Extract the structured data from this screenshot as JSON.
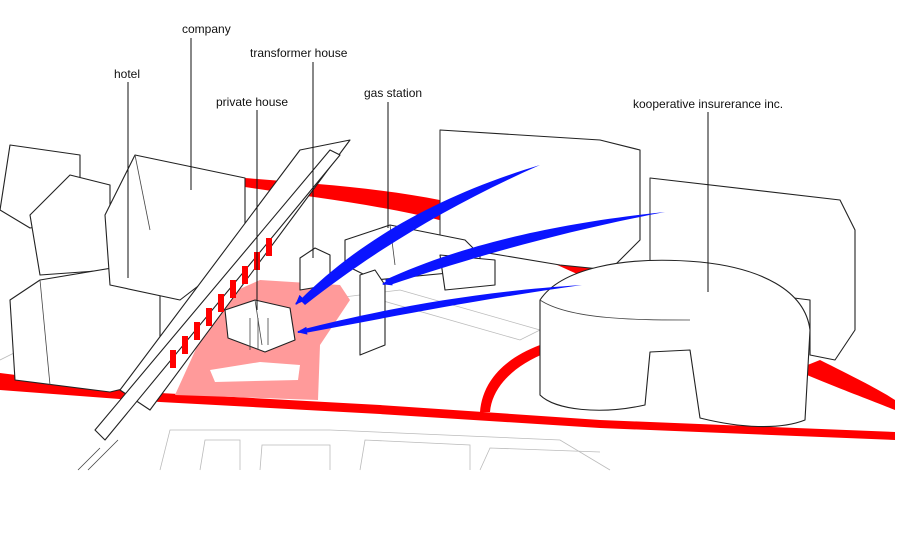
{
  "labels": {
    "company": "company",
    "hotel": "hotel",
    "transformer_house": "transformer house",
    "private_house": "private house",
    "gas_station": "gas station",
    "kooperative": "kooperative insurerance inc."
  },
  "colors": {
    "road": "#ff0000",
    "plot": "#ff9a9a",
    "arrow": "#0a14ff",
    "outline": "#222222"
  },
  "icons": {
    "arrow": "blue-arrow-icon"
  }
}
